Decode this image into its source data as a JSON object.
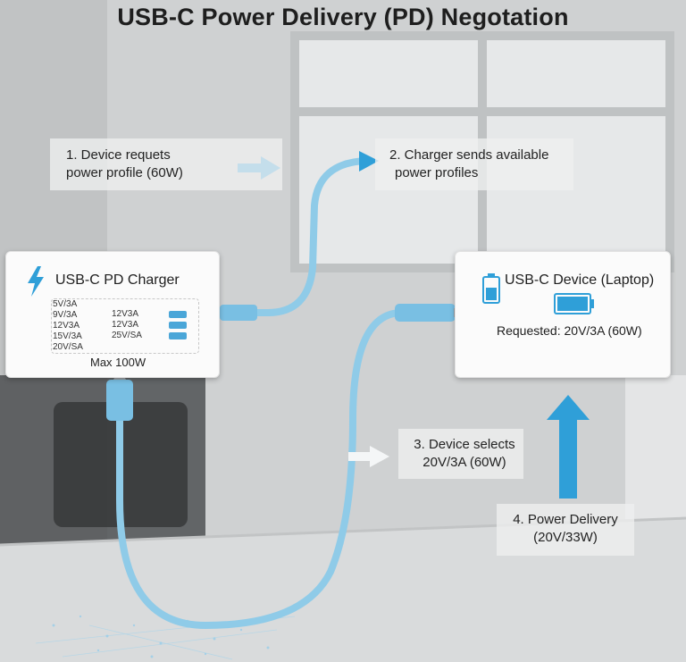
{
  "title": "USB-C Power Delivery (PD) Negotation",
  "steps": {
    "step1": {
      "line1": "1. Device requets",
      "line2": "power profile (60W)"
    },
    "step2": {
      "line1": "2. Charger sends available",
      "line2": "power profiles"
    },
    "step3": {
      "line1": "3. Device selects",
      "line2": "20V/3A (60W)"
    },
    "step4": {
      "line1": "4. Power Delivery",
      "line2": "(20V/33W)"
    }
  },
  "charger": {
    "title": "USB-C PD Charger",
    "profiles_left": [
      "5V/3A",
      "9V/3A",
      "12V3A",
      "15V/3A",
      "20V/SA"
    ],
    "profiles_right": [
      "12V3A",
      "12V3A",
      "25V/SA"
    ],
    "max": "Max 100W"
  },
  "device": {
    "title": "USB-C Device (Laptop)",
    "requested": "Requested: 20V/3A (60W)"
  },
  "icons": [
    "lightning-bolt-icon",
    "battery-icon",
    "battery-full-icon",
    "arrow-right-icon",
    "arrow-up-icon"
  ],
  "colors": {
    "cable": "#8fcbe8",
    "accent": "#2f9fd8",
    "title": "#1e1e1e"
  }
}
